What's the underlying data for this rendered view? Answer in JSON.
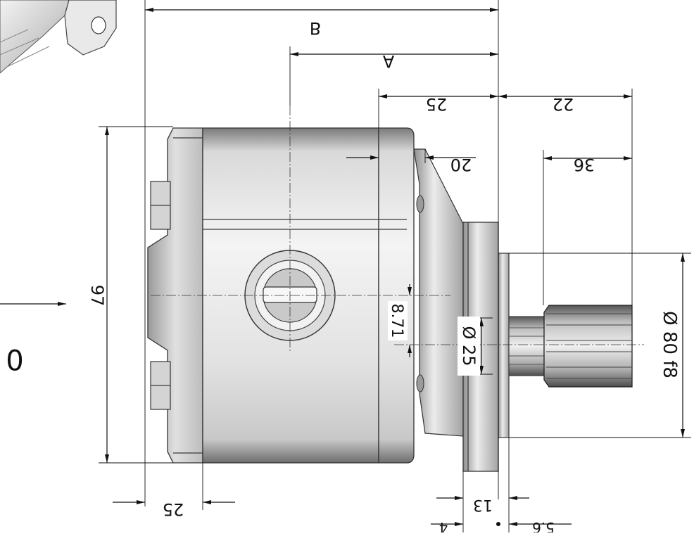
{
  "dimensions": {
    "overall_length": "B",
    "center_to_flange": "A",
    "body_to_flange": "25",
    "shaft_length": "22",
    "port_offset": "20",
    "spline_length": "36",
    "body_height": "97",
    "port_axis_offset": "8.71",
    "shaft_diameter": "Ø 25",
    "pilot_diameter": "Ø 80 f8",
    "rear_cover_length": "25",
    "flange_thickness": "13",
    "small_left": "4",
    "small_right": "5.6"
  },
  "view_marker": {
    "letter": "0"
  },
  "colors": {
    "line": "#111111",
    "body_light": "#e6e6e6",
    "body_dark": "#8c8c8c",
    "background": "#ffffff"
  }
}
